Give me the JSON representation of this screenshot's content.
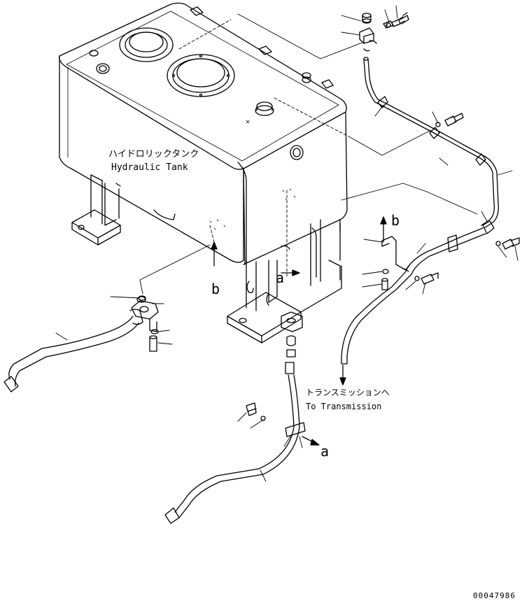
{
  "tank": {
    "label_jp": "ハイドロリックタンク",
    "label_en": "Hydraulic Tank"
  },
  "transmission": {
    "label_jp": "トランスミッションへ",
    "label_en": "To Transmission"
  },
  "refs": {
    "a": "a",
    "b": "b"
  },
  "drawing_number": "00047986"
}
